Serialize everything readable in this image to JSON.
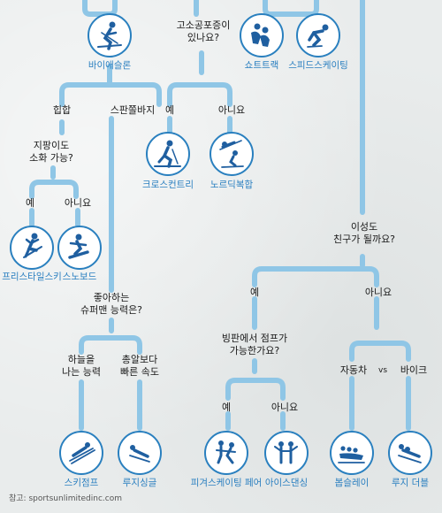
{
  "questions": {
    "q_trick": "고소공포증이\n있나요?",
    "q_cost_a": "지팡이도\n소화 가능?",
    "q_power": "좋아하는\n슈퍼맨 능력은?",
    "q_friend": "이성도\n친구가 될까요?",
    "q_jump": "빙판에서 점프가\n가능한가요?"
  },
  "answers": {
    "hiphop": "힙합",
    "skinny": "스판쫄바지",
    "yes_1": "예",
    "no_1": "아니요",
    "yes_2": "예",
    "no_2": "아니요",
    "sky": "하늘을\n나는 능력",
    "speed": "총알보다\n빠른 속도",
    "yes_3": "예",
    "no_3": "아니요",
    "yes_4": "예",
    "no_4": "아니요",
    "car": "자동차",
    "vs": "vs",
    "bike": "바이크"
  },
  "sports": {
    "biathlon": "바이애슬론",
    "shorttrack": "쇼트트랙",
    "speedskating": "스피드스케이팅",
    "crosscountry": "크로스컨트리",
    "nordic": "노르딕복합",
    "freestyle": "프리스타일스키",
    "snowboard": "스노보드",
    "skijump": "스키점프",
    "luge": "루지싱글",
    "figurepair": "피겨스케이팅 페어",
    "icedance": "아이스댄싱",
    "bobsleigh": "봅슬레이",
    "luge_double": "루지 더블"
  },
  "source": "참고: sportsunlimitedinc.com",
  "colors": {
    "line": "#8fc6e6",
    "accent": "#2a80bf",
    "text": "#1a1a1a"
  },
  "icons": [
    "biathlon-icon",
    "shorttrack-icon",
    "speedskating-icon",
    "crosscountry-icon",
    "nordic-combined-icon",
    "freestyle-ski-icon",
    "snowboard-icon",
    "ski-jump-icon",
    "luge-icon",
    "figure-pair-icon",
    "ice-dance-icon",
    "bobsleigh-icon",
    "luge-double-icon"
  ]
}
